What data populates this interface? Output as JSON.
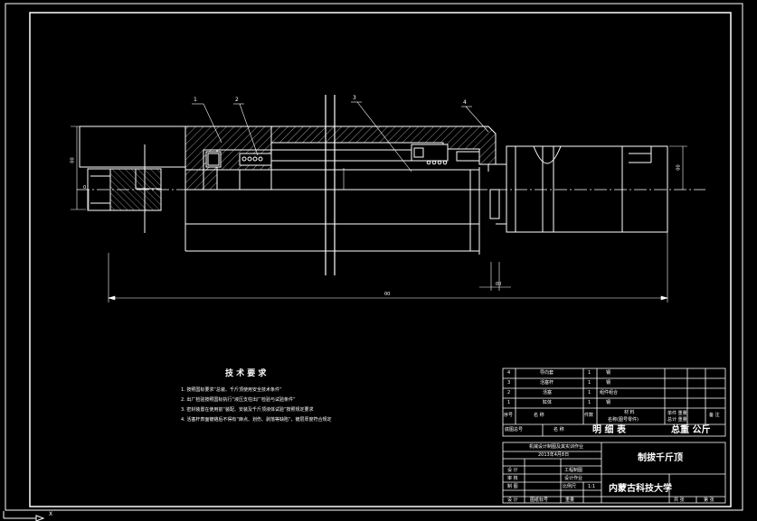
{
  "drawing": {
    "part_labels": [
      "1",
      "2",
      "3",
      "4"
    ],
    "dimension_labels": {
      "left_vertical": "00",
      "overall_length": "00",
      "right_vertical": "00",
      "left_inner": "0",
      "small_step": "00"
    }
  },
  "tech_requirements": {
    "title": "技 术 要 求",
    "items": [
      "1. 按照国标要求“总装、千斤顶使用安全技术条件”",
      "2. 出厂检验按照国标执行“液压支柱出厂检验与试验条件”",
      "3. 密封装置在使用前“装配、安装及千斤顶液体试验”按照规定要求",
      "4. 活塞杆表面镀铬后不得有“麻点、划伤、剥落等缺陷”，镀层厚度符合规定"
    ]
  },
  "parts_list": {
    "rows": [
      {
        "no": "4",
        "name": "导向套",
        "qty": "1",
        "mat": "钢"
      },
      {
        "no": "3",
        "name": "活塞杆",
        "qty": "1",
        "mat": "钢"
      },
      {
        "no": "2",
        "name": "活塞",
        "qty": "1",
        "mat": "组件组合"
      },
      {
        "no": "1",
        "name": "缸体",
        "qty": "1",
        "mat": "钢"
      }
    ],
    "header": [
      "序号",
      "名 称",
      "",
      "件数",
      "材 料",
      "单件 重量",
      "总计 重量",
      "备 注"
    ],
    "header_sub": "名称(图号零件)",
    "footer_left": [
      "底图总号",
      "名 称"
    ],
    "footer_title": "明 细 表",
    "footer_weight": "总重  公斤"
  },
  "title_block": {
    "school_top": "机械设计制图及其实训作业",
    "date": "2013年4月8日",
    "drawing_name": "制拔千斤顶",
    "school": "内蒙古科技大学",
    "roles": [
      "设 计",
      "审 核",
      "制 图",
      "设 计"
    ],
    "role_values": [
      "工程制图",
      "设计作业",
      "比例尺",
      "图纸标号"
    ],
    "scale": "1:1",
    "sheet_labels": [
      "共 张",
      "第 张"
    ],
    "misc": "重量"
  },
  "ucs": {
    "axis_label": "X"
  },
  "colors": {
    "background": "#000000",
    "line": "#ffffff"
  }
}
